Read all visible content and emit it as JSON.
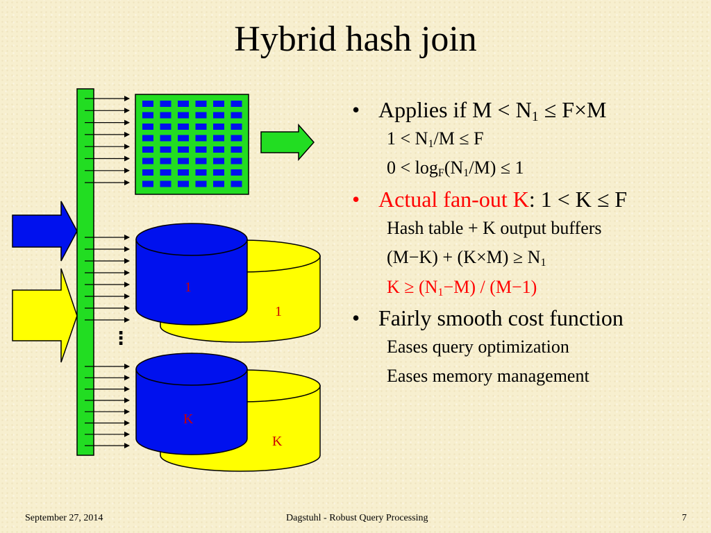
{
  "slide": {
    "title": "Hybrid hash join",
    "bullets": [
      {
        "head": [
          {
            "t": "Applies if M < N"
          },
          {
            "t": "1",
            "sub": true
          },
          {
            "t": " ≤ F×M"
          }
        ],
        "subs": [
          [
            {
              "t": "1 < N"
            },
            {
              "t": "1",
              "sub": true
            },
            {
              "t": "/M ≤ F"
            }
          ],
          [
            {
              "t": "0 < log"
            },
            {
              "t": "F",
              "sub": true
            },
            {
              "t": "(N"
            },
            {
              "t": "1",
              "sub": true
            },
            {
              "t": "/M) ≤ 1"
            }
          ]
        ]
      },
      {
        "head": [
          {
            "t": "Actual fan-out K",
            "red": true
          },
          {
            "t": ": 1 < K ≤ F"
          }
        ],
        "subs": [
          [
            {
              "t": "Hash table + K output buffers"
            }
          ],
          [
            {
              "t": "(M−K) + (K×M) ≥ N"
            },
            {
              "t": "1",
              "sub": true
            }
          ],
          [
            {
              "t": "K ≥ (N",
              "red": true
            },
            {
              "t": "1",
              "sub": true,
              "red": true
            },
            {
              "t": "−M) / (M−1)",
              "red": true
            }
          ]
        ]
      },
      {
        "head": [
          {
            "t": "Fairly smooth cost function"
          }
        ],
        "subs": [
          [
            {
              "t": "Eases query optimization"
            }
          ],
          [
            {
              "t": "Eases memory management"
            }
          ]
        ]
      }
    ],
    "bullet_glyph": "•"
  },
  "diagram": {
    "partition_labels": {
      "first_front": "1",
      "first_back": "1",
      "last_front": "K",
      "last_back": "K"
    },
    "ellipsis": "⋮",
    "colors": {
      "green": "#22dd22",
      "blue": "#0011ee",
      "yellow": "#ffff00",
      "label": "#cc0000"
    }
  },
  "footer": {
    "date": "September 27, 2014",
    "center": "Dagstuhl - Robust Query Processing",
    "page": "7"
  }
}
